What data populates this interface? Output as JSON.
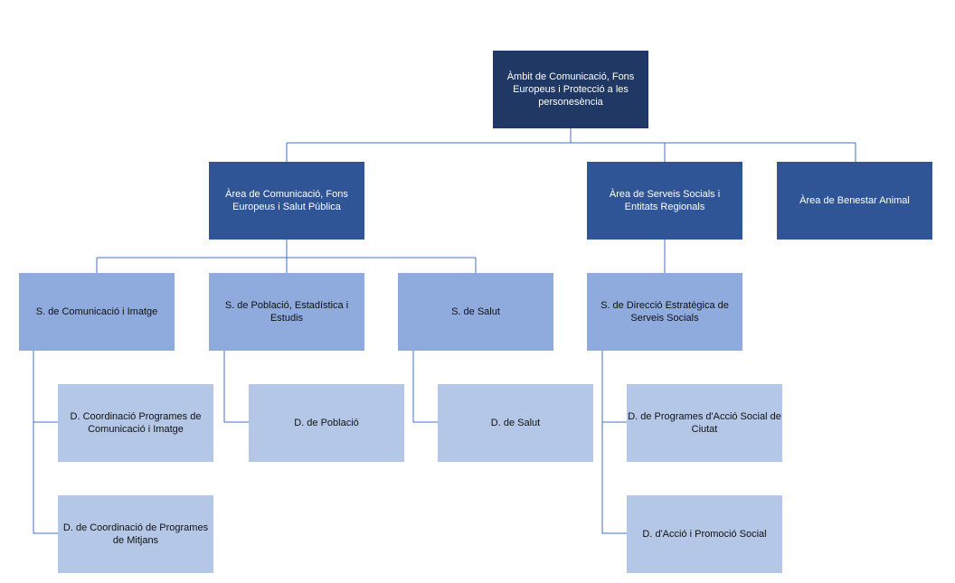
{
  "colors": {
    "level0": "#1f3864",
    "level1": "#2f5597",
    "level2": "#8faadc",
    "level3": "#b4c7e7",
    "connector": "#4472c4"
  },
  "nodes": {
    "root": "Àmbit de Comunicació, Fons Europeus i Protecció a les personesència",
    "area_comunicacio": "Àrea de Comunicació, Fons Europeus i Salut Pública",
    "area_serveis_socials": "Àrea de Serveis Socials i Entitats Regionals",
    "area_benestar_animal": "Àrea de Benestar Animal",
    "s_comunicacio_imatge": "S. de Comunicació i Imatge",
    "s_poblacio": "S. de Població, Estadística i Estudis",
    "s_salut": "S. de Salut",
    "s_direccio_estrategica": "S. de Direcció Estratègica de Serveis Socials",
    "d_coordinacio_programes": "D. Coordinació Programes de Comunicació i Imatge",
    "d_coordinacio_mitjans": "D. de Coordinació de Programes de Mitjans",
    "d_poblacio": "D. de Població",
    "d_salut": "D. de Salut",
    "d_accio_social_ciutat": "D. de Programes d'Acció Social de Ciutat",
    "d_accio_promocio_social": "D. d'Acció i Promoció Social"
  }
}
